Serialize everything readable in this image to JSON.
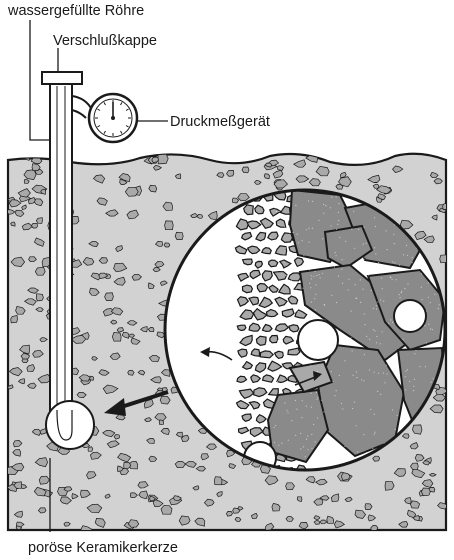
{
  "labels": {
    "water_tube": "wassergefüllte Röhre",
    "cap": "Verschlußkappe",
    "gauge": "Druckmeßgerät",
    "candle": "poröse Keramikerkerze"
  },
  "colors": {
    "soil": "#d2d2d2",
    "stone": "#a9a9a9",
    "rock_dark": "#8a8a8a",
    "line": "#1a1a1a",
    "white": "#ffffff"
  }
}
